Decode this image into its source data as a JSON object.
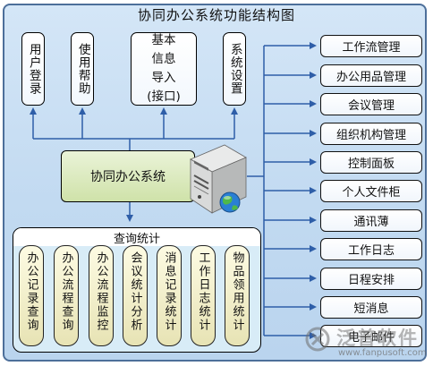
{
  "title": "协同办公系统功能结构图",
  "top_modules": [
    {
      "label": "用户登录"
    },
    {
      "label": "使用帮助"
    },
    {
      "lines": [
        "基本",
        "信息",
        "导入",
        "(接口)"
      ]
    },
    {
      "label": "系统设置"
    }
  ],
  "core": {
    "label": "协同办公系统"
  },
  "query": {
    "title": "查询统计",
    "items": [
      "办公记录查询",
      "办公流程查询",
      "办公流程监控",
      "会议统计分析",
      "消息记录统计",
      "工作日志统计",
      "物品领用统计"
    ]
  },
  "right_modules": [
    "工作流管理",
    "办公用品管理",
    "会议管理",
    "组织机构管理",
    "控制面板",
    "个人文件柜",
    "通讯薄",
    "工作日志",
    "日程安排",
    "短消息",
    "电子邮件"
  ],
  "watermark": {
    "main": "泛普软件",
    "sub": "www.fanpusoft.com"
  },
  "colors": {
    "line": "#2e5ea8",
    "core": "#cfe2a9",
    "panel": "#c6dcf2",
    "query_item": "#f3f0c9"
  },
  "icons": [
    "server-icon",
    "globe-icon",
    "watermark-logo-icon"
  ]
}
